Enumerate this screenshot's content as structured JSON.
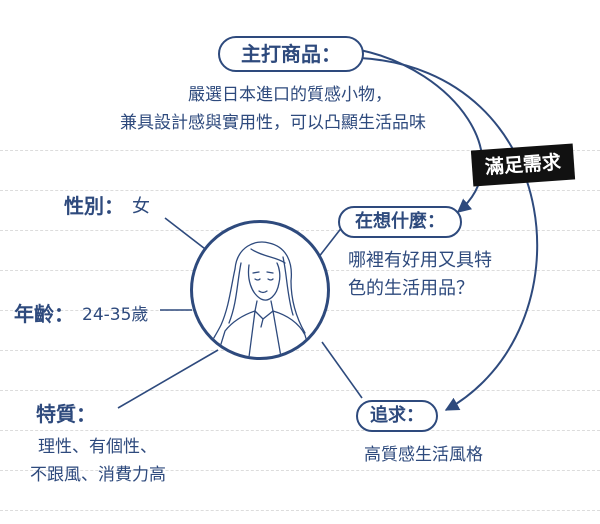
{
  "product": {
    "title": "主打商品：",
    "desc_line1": "嚴選日本進口的質感小物，",
    "desc_line2": "兼具設計感與實用性，可以凸顯生活品味"
  },
  "badge": "滿足需求",
  "gender": {
    "label": "性別：",
    "value": "女"
  },
  "age": {
    "label": "年齡：",
    "value": "24-35歲"
  },
  "traits": {
    "title": "特質：",
    "line1": "理性、有個性、",
    "line2": "不跟風、消費力高"
  },
  "thinking": {
    "title": "在想什麼：",
    "line1": "哪裡有好用又具特",
    "line2": "色的生活用品？"
  },
  "pursuit": {
    "title": "追求：",
    "value": "高質感生活風格"
  },
  "colors": {
    "ink": "#2e4a7d",
    "badge": "#111111",
    "rule": "#dcdcdc"
  }
}
